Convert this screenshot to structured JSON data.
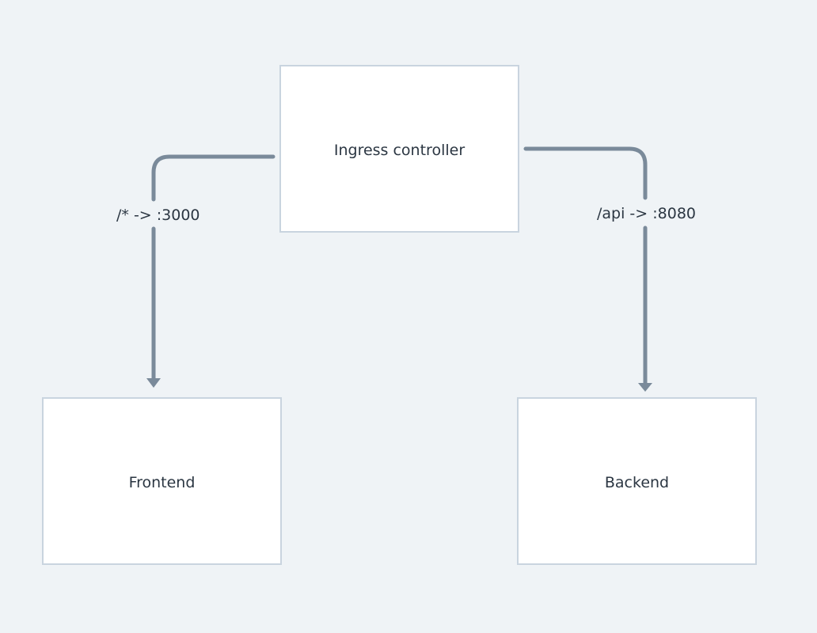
{
  "nodes": {
    "ingress": {
      "label": "Ingress controller"
    },
    "frontend": {
      "label": "Frontend"
    },
    "backend": {
      "label": "Backend"
    }
  },
  "edges": {
    "to_frontend": {
      "label": "/* -> :3000"
    },
    "to_backend": {
      "label": "/api -> :8080"
    }
  },
  "colors": {
    "background": "#eff3f6",
    "node_fill": "#ffffff",
    "node_border": "#c9d4df",
    "edge": "#7a8a9a",
    "text": "#2b3642"
  }
}
